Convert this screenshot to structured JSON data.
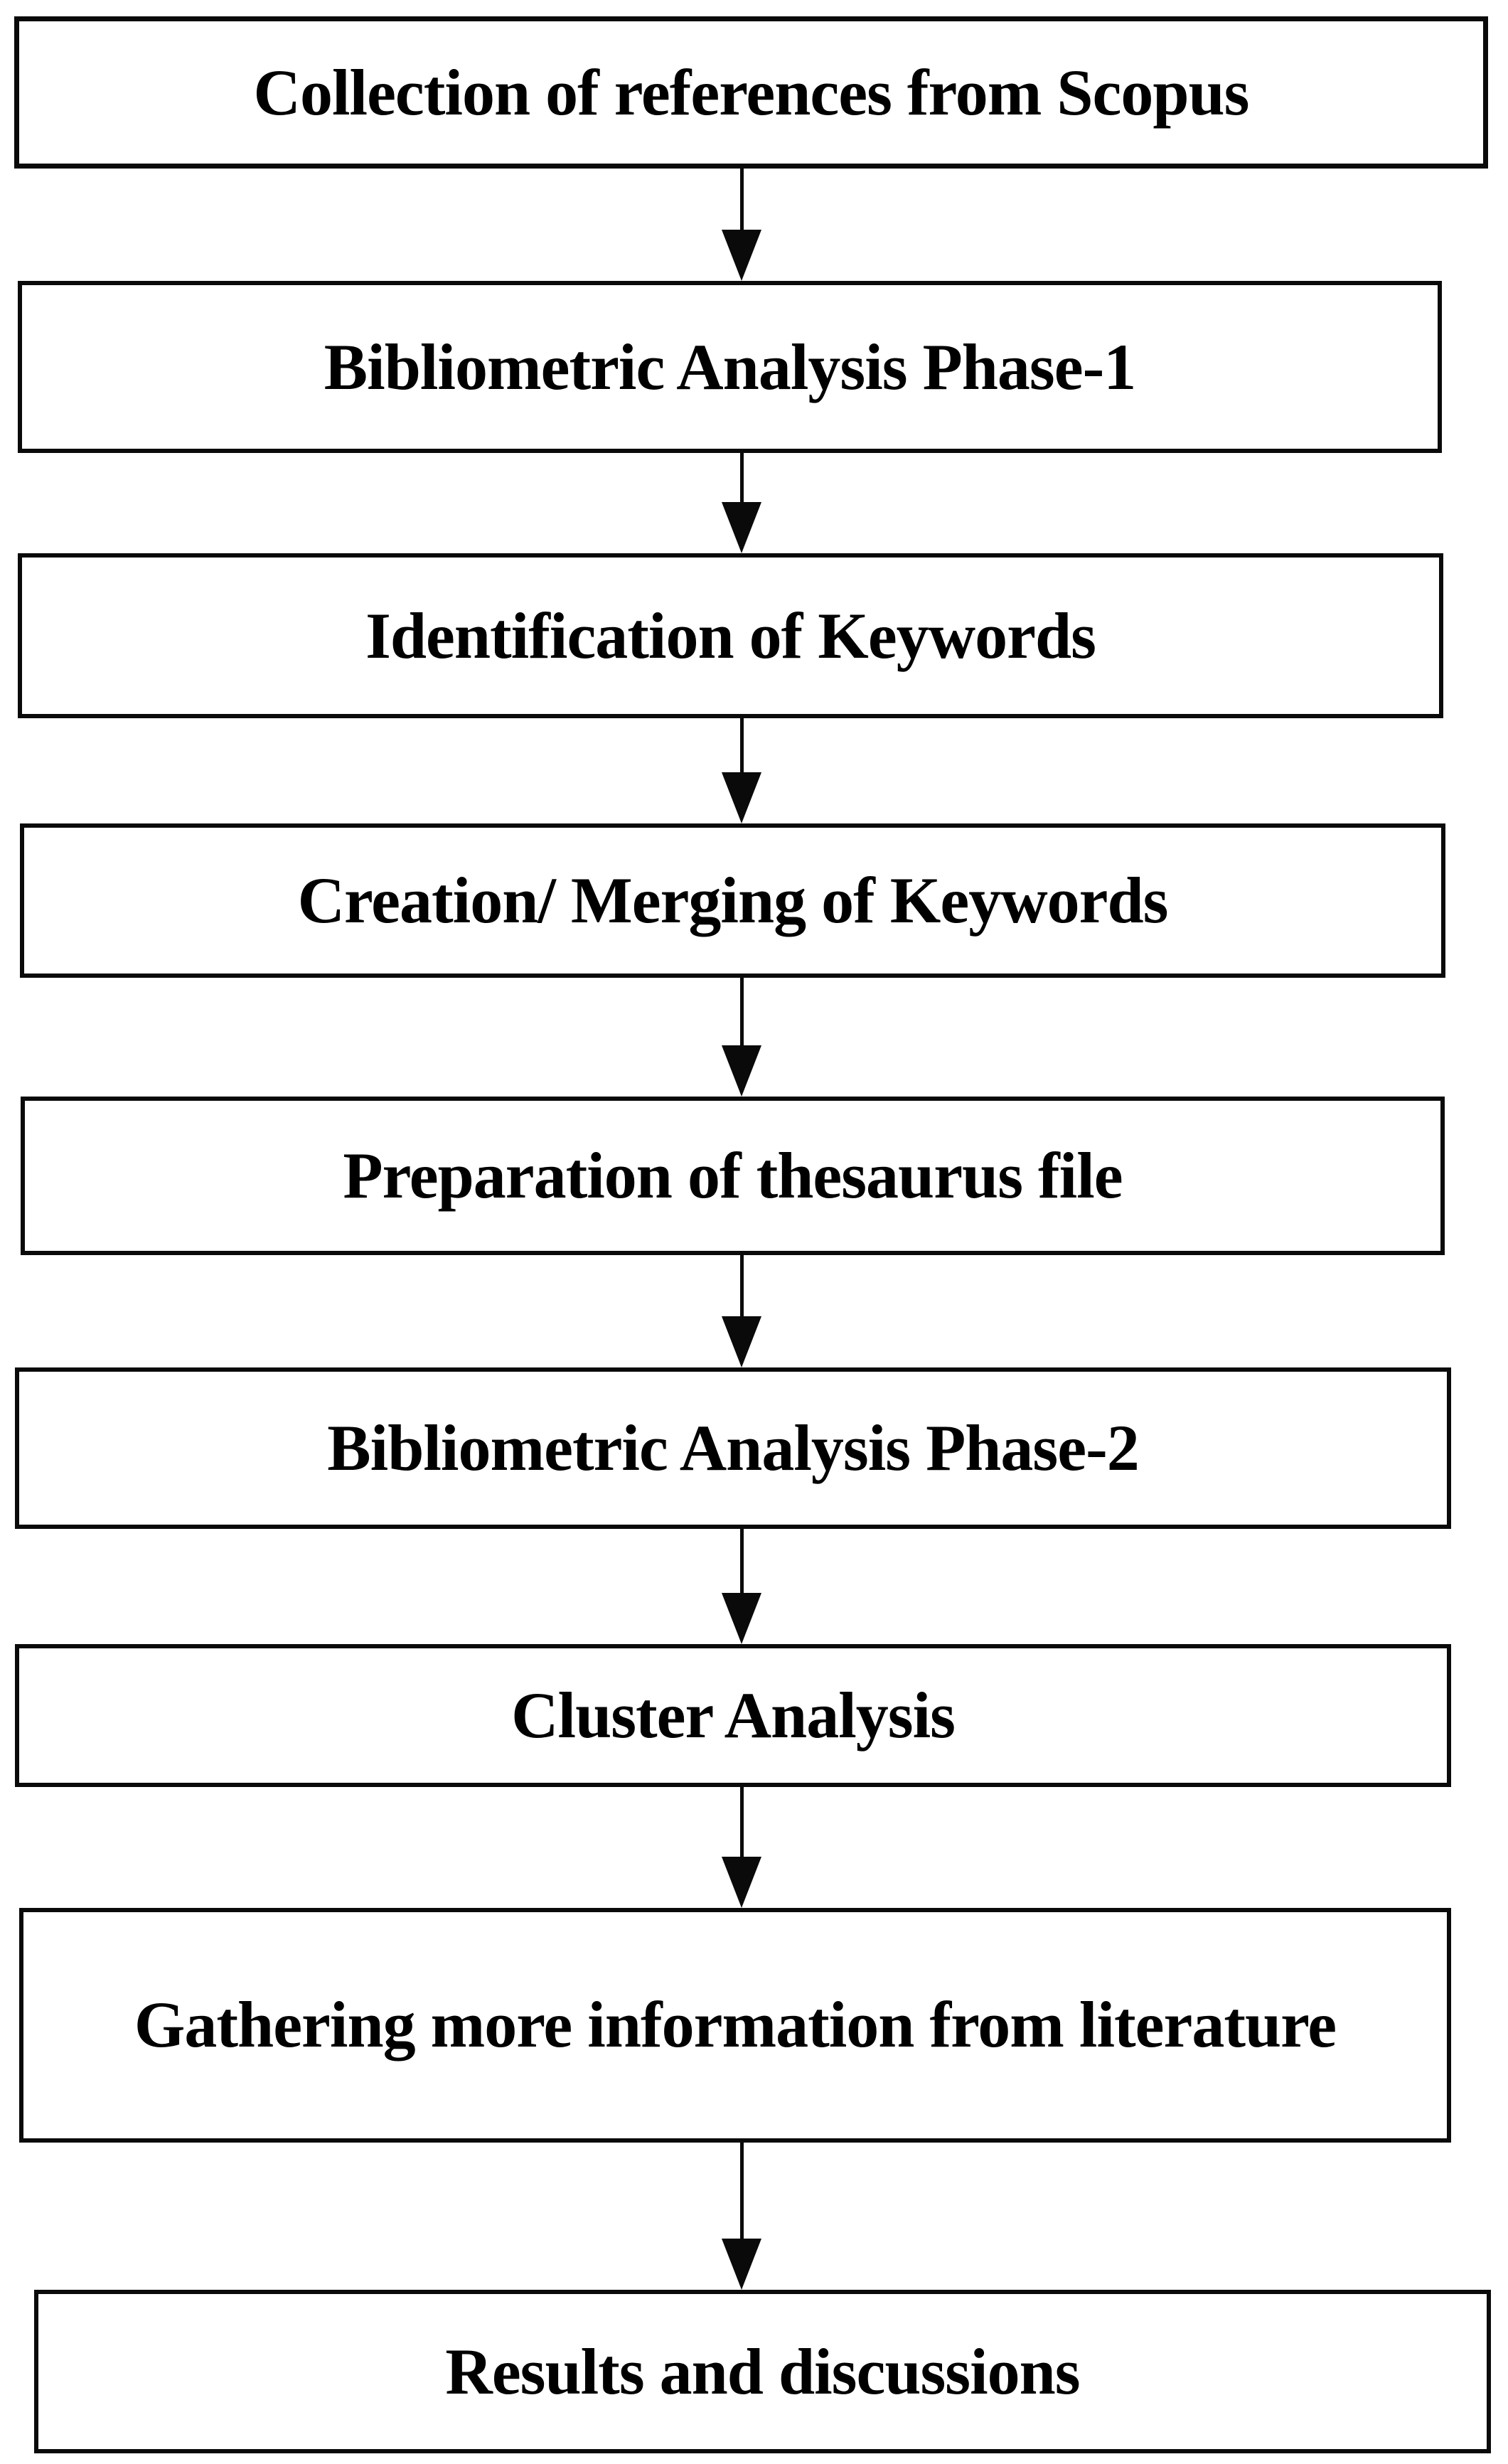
{
  "diagram": {
    "type": "flowchart",
    "direction": "top-to-bottom",
    "colors": {
      "background": "#ffffff",
      "box_fill": "#ffffff",
      "box_border": "#0a0a0a",
      "text": "#000000",
      "arrow": "#0a0a0a"
    },
    "steps": [
      {
        "label": "Collection of references from Scopus"
      },
      {
        "label": "Bibliometric Analysis Phase-1"
      },
      {
        "label": "Identification of Keywords"
      },
      {
        "label": "Creation/ Merging of Keywords"
      },
      {
        "label": "Preparation of thesaurus file"
      },
      {
        "label": "Bibliometric Analysis Phase-2"
      },
      {
        "label": "Cluster Analysis"
      },
      {
        "label": "Gathering more information from literature"
      },
      {
        "label": "Results and discussions"
      }
    ],
    "connectors": [
      {
        "from": 0,
        "to": 1,
        "icon": "arrowhead-down-icon"
      },
      {
        "from": 1,
        "to": 2,
        "icon": "arrowhead-down-icon"
      },
      {
        "from": 2,
        "to": 3,
        "icon": "arrowhead-down-icon"
      },
      {
        "from": 3,
        "to": 4,
        "icon": "arrowhead-down-icon"
      },
      {
        "from": 4,
        "to": 5,
        "icon": "arrowhead-down-icon"
      },
      {
        "from": 5,
        "to": 6,
        "icon": "arrowhead-down-icon"
      },
      {
        "from": 6,
        "to": 7,
        "icon": "arrowhead-down-icon"
      },
      {
        "from": 7,
        "to": 8,
        "icon": "arrowhead-down-icon"
      }
    ]
  }
}
